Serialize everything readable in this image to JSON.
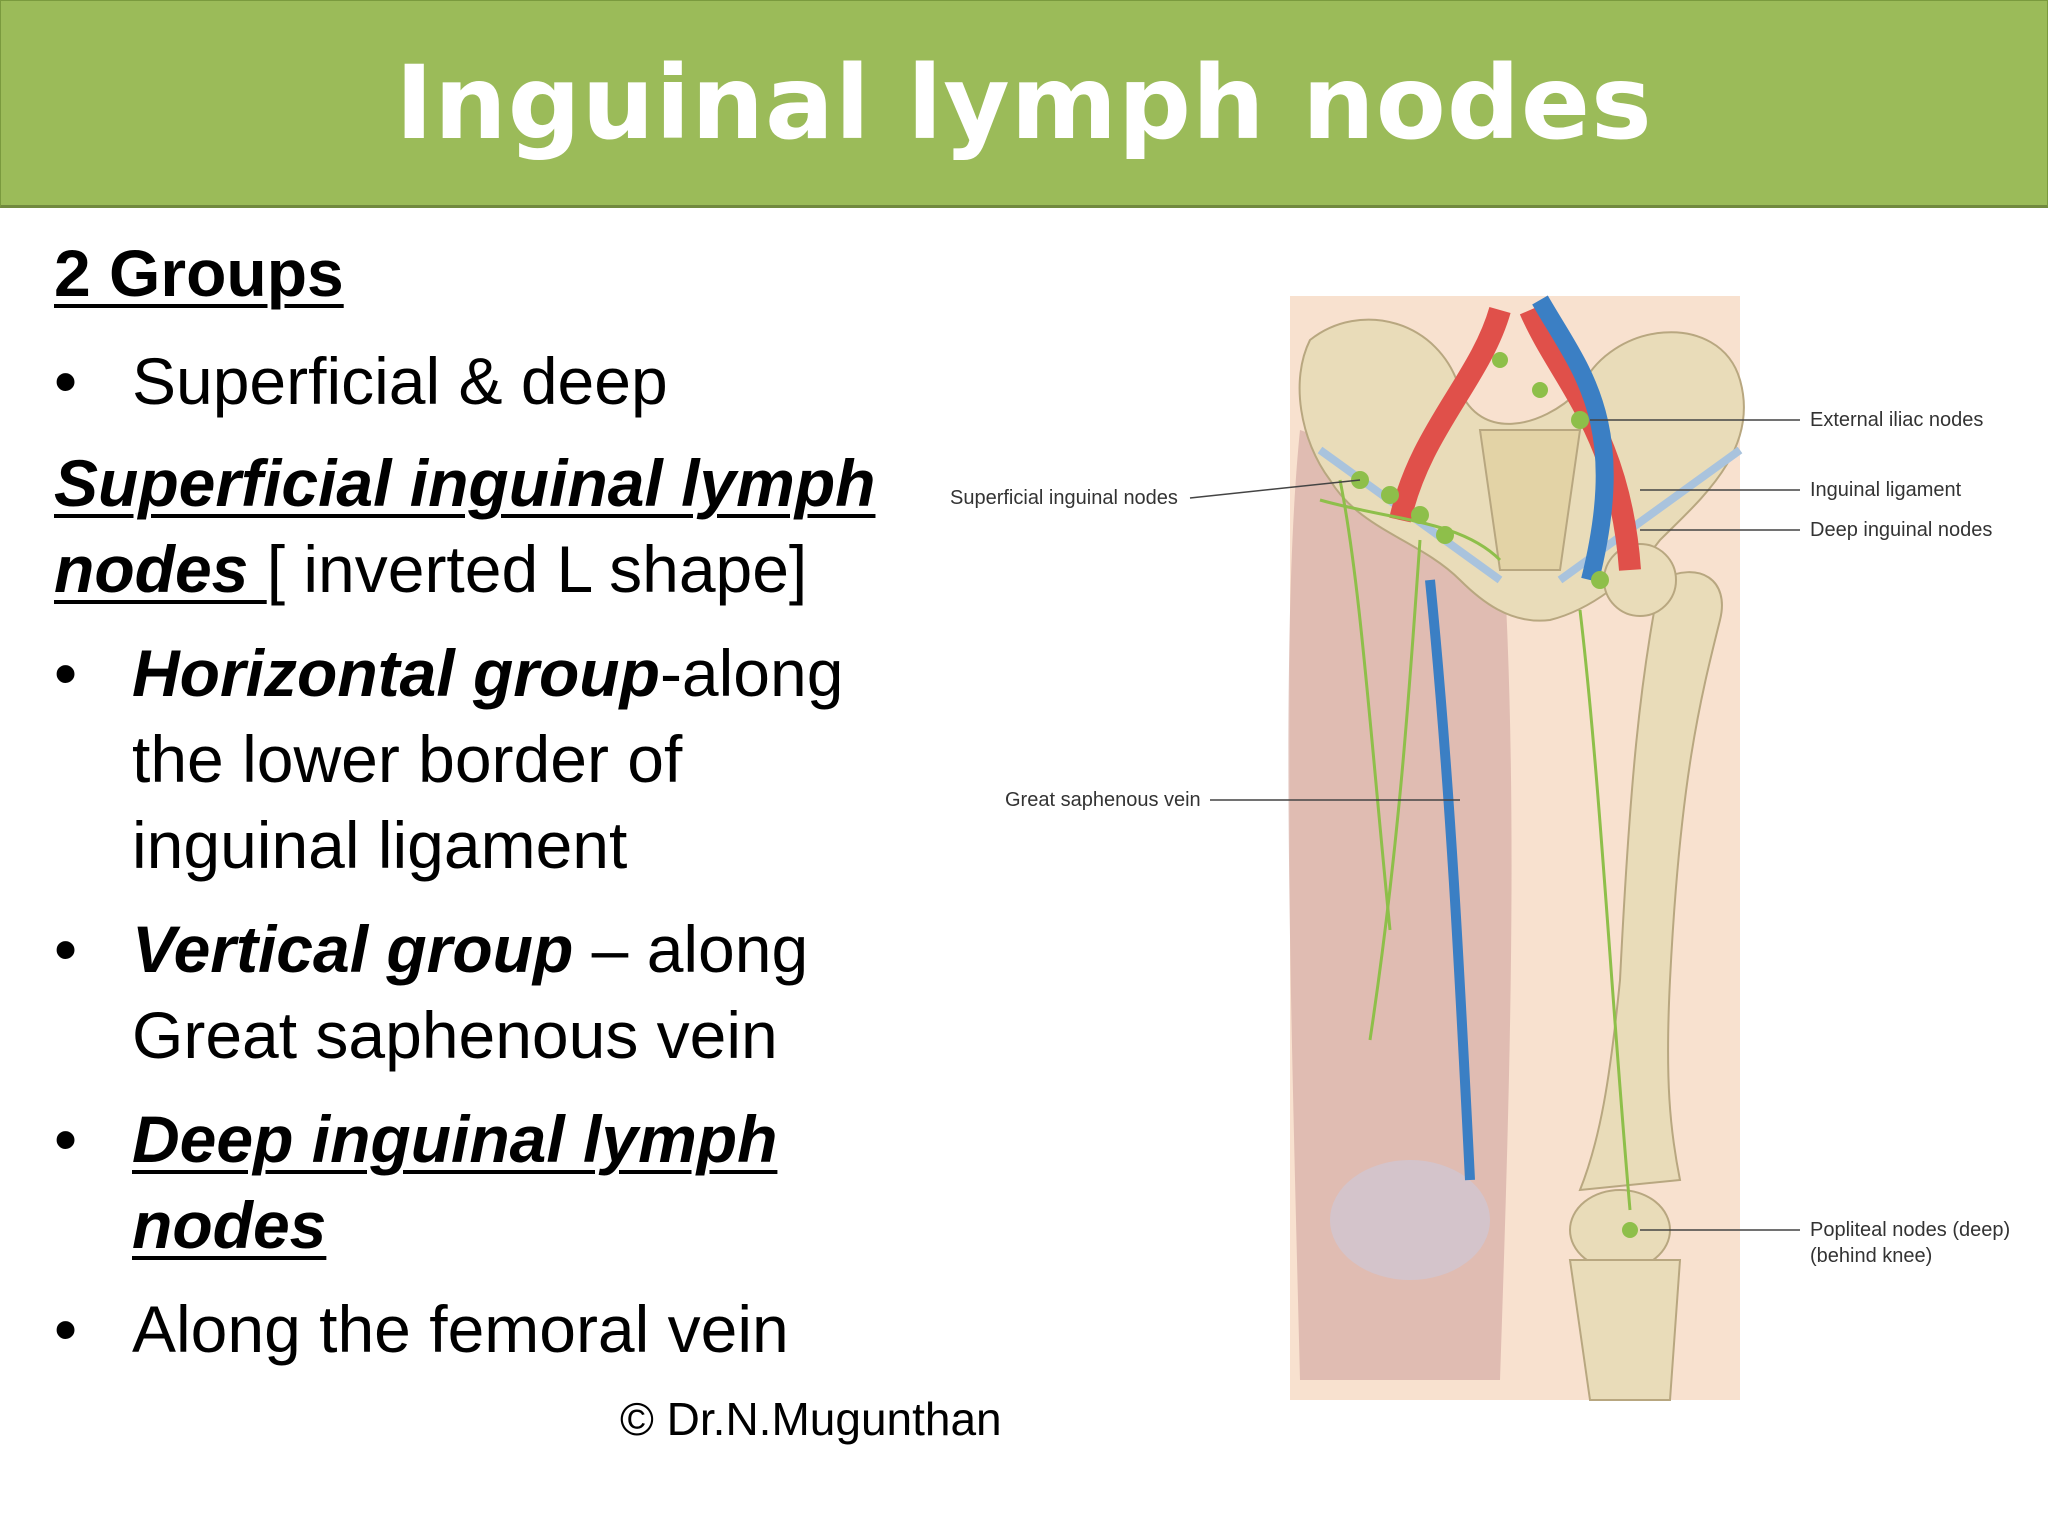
{
  "slide": {
    "title": "Inguinal lymph nodes",
    "credit": "© Dr.N.Mugunthan"
  },
  "content": {
    "heading": "2 Groups",
    "bullet_1": "Superficial & deep",
    "superficial_heading_1": "Superficial inguinal lymph",
    "superficial_heading_2": "nodes ",
    "superficial_heading_note": "[ inverted L shape]",
    "horizontal_term": "Horizontal group",
    "horizontal_rest_1": "-along",
    "horizontal_rest_2": "the lower border of",
    "horizontal_rest_3": "inguinal ligament",
    "vertical_term": "Vertical group",
    "vertical_rest_1": " – along",
    "vertical_rest_2": "Great saphenous vein",
    "deep_heading_1": "Deep inguinal lymph",
    "deep_heading_2": "nodes",
    "deep_detail": "Along the femoral vein",
    "bullet_symbol": "•"
  },
  "figure": {
    "labels": {
      "external_iliac": "External iliac nodes",
      "inguinal_ligament": "Inguinal ligament",
      "deep_inguinal": "Deep inguinal nodes",
      "superficial_inguinal": "Superficial inguinal nodes",
      "great_saphenous": "Great saphenous vein",
      "popliteal_1": "Popliteal nodes (deep)",
      "popliteal_2": "(behind knee)"
    },
    "colors": {
      "skin": "#f6d7bf",
      "muscle": "#d9b3aa",
      "bone": "#e9dcb9",
      "artery": "#e0504a",
      "vein": "#3b7fc4",
      "lymph": "#8ebf4a"
    }
  },
  "theme": {
    "title_bar_color": "#9bbb59",
    "title_text_color": "#ffffff"
  }
}
